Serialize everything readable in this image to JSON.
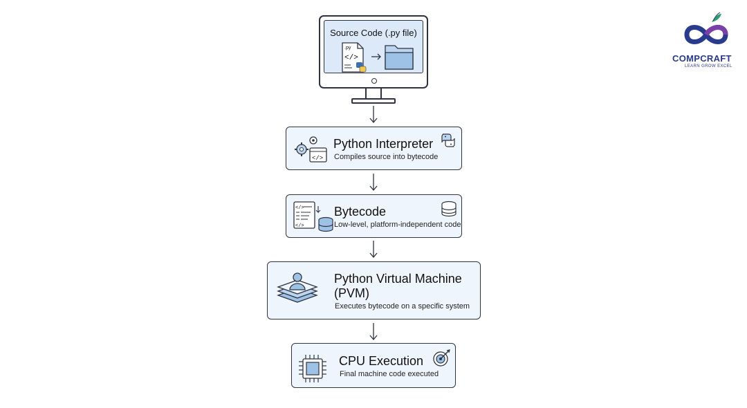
{
  "source": {
    "title": "Source Code (.py file)",
    "file_ext": ".py"
  },
  "interpreter": {
    "title": "Python Interpreter",
    "subtitle": "Compiles source into bytecode"
  },
  "bytecode": {
    "title": "Bytecode",
    "subtitle": "Low-level, platform-independent code"
  },
  "pvm": {
    "title_line1": "Python Virtual Machine",
    "title_line2": "(PVM)",
    "subtitle": "Executes bytecode on a specific system"
  },
  "cpu": {
    "title": "CPU Execution",
    "subtitle": "Final machine code executed"
  },
  "logo": {
    "name": "COMPCRAFT",
    "tagline": "LEARN GROW EXCEL"
  },
  "colors": {
    "accent_blue": "#9ec1e6",
    "box_fill": "#eef5fc",
    "outline": "#2f3340",
    "python_blue": "#3b6fb0",
    "python_yellow": "#f2c94c"
  }
}
